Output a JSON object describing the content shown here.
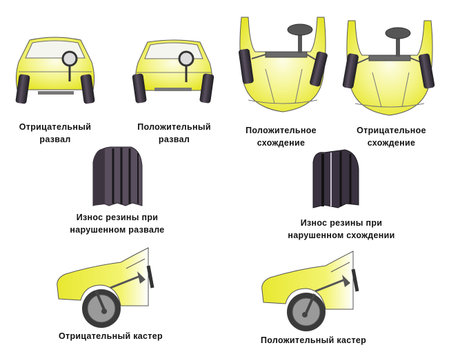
{
  "colors": {
    "body_yellow": "#ecec3a",
    "body_highlight": "#fbfbd6",
    "tire": "#2e2c30",
    "tire_purple": "#4a4050",
    "metal": "#5a5a5a",
    "text": "#111111"
  },
  "panels": {
    "camber_negative": {
      "line1": "Отрицательный",
      "line2": "развал"
    },
    "camber_positive": {
      "line1": "Положительный",
      "line2": "развал"
    },
    "toe_positive": {
      "line1": "Положительное",
      "line2": "схождение"
    },
    "toe_negative": {
      "line1": "Отрицательное",
      "line2": "схождение"
    },
    "wear_camber": {
      "line1": "Износ резины при",
      "line2": "нарушенном развале"
    },
    "wear_toe": {
      "line1": "Износ резины при",
      "line2": "нарушенном схождении"
    },
    "caster_negative": {
      "line1": "Отрицательный кастер"
    },
    "caster_positive": {
      "line1": "Положительный кастер"
    }
  }
}
